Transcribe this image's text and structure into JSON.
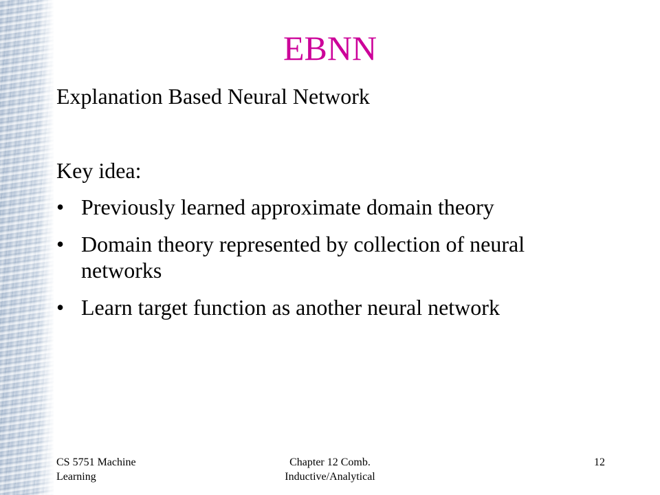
{
  "slide": {
    "title": "EBNN",
    "title_color": "#cc0099",
    "subtitle": "Explanation Based Neural Network",
    "key_idea": "Key idea:",
    "bullet_glyph": "•",
    "bullets": [
      "Previously learned approximate domain theory",
      "Domain theory represented by collection of neural networks",
      "Learn target function as another neural network"
    ]
  },
  "footer": {
    "left": "CS 5751 Machine Learning",
    "center": "Chapter 12  Comb. Inductive/Analytical",
    "page_number": "12"
  }
}
